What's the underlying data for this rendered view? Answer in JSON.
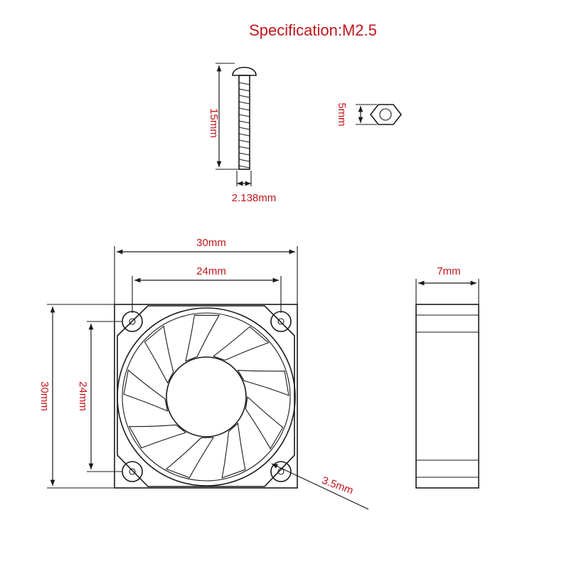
{
  "title": "Specification:M2.5",
  "colors": {
    "label": "#c0161b",
    "line": "#1a1a1a",
    "background": "#ffffff"
  },
  "screw": {
    "length_label": "15mm",
    "diameter_label": "2.138mm"
  },
  "nut": {
    "size_label": "5mm"
  },
  "fan_front": {
    "width_label": "30mm",
    "hole_spacing_h_label": "24mm",
    "height_label": "30mm",
    "hole_spacing_v_label": "24mm",
    "hole_label": "3.5mm"
  },
  "fan_side": {
    "thickness_label": "7mm"
  }
}
